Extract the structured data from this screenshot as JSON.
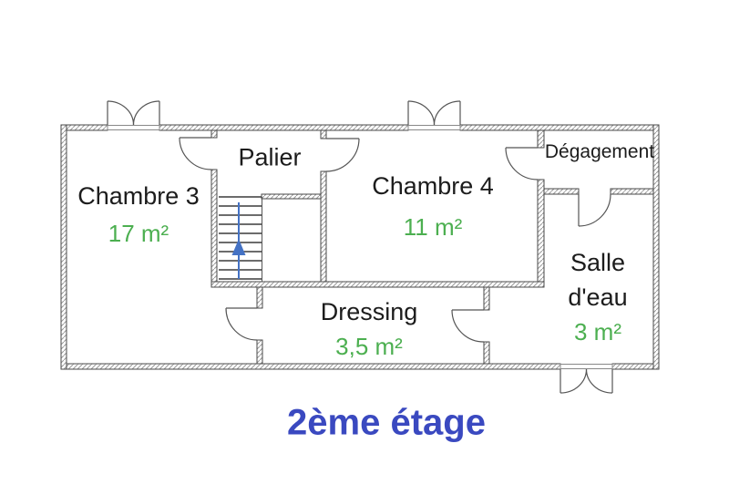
{
  "floor_plan": {
    "title": "2ème étage",
    "rooms": {
      "chambre3": {
        "label": "Chambre 3",
        "area": "17 m²"
      },
      "palier": {
        "label": "Palier"
      },
      "chambre4": {
        "label": "Chambre 4",
        "area": "11 m²"
      },
      "degagement": {
        "label": "Dégagement"
      },
      "salle_deau": {
        "label_line1": "Salle",
        "label_line2": "d'eau",
        "area": "3 m²"
      },
      "dressing": {
        "label": "Dressing",
        "area": "3,5 m²"
      }
    }
  },
  "colors": {
    "area_text": "#4CAF50",
    "title_text": "#3A49C0",
    "stair_arrow": "#4472C4",
    "wall_outline": "#4a4a4a",
    "label_text": "#1c1c1c",
    "door_line": "#555555",
    "hatch_line": "#9a9a9a"
  }
}
